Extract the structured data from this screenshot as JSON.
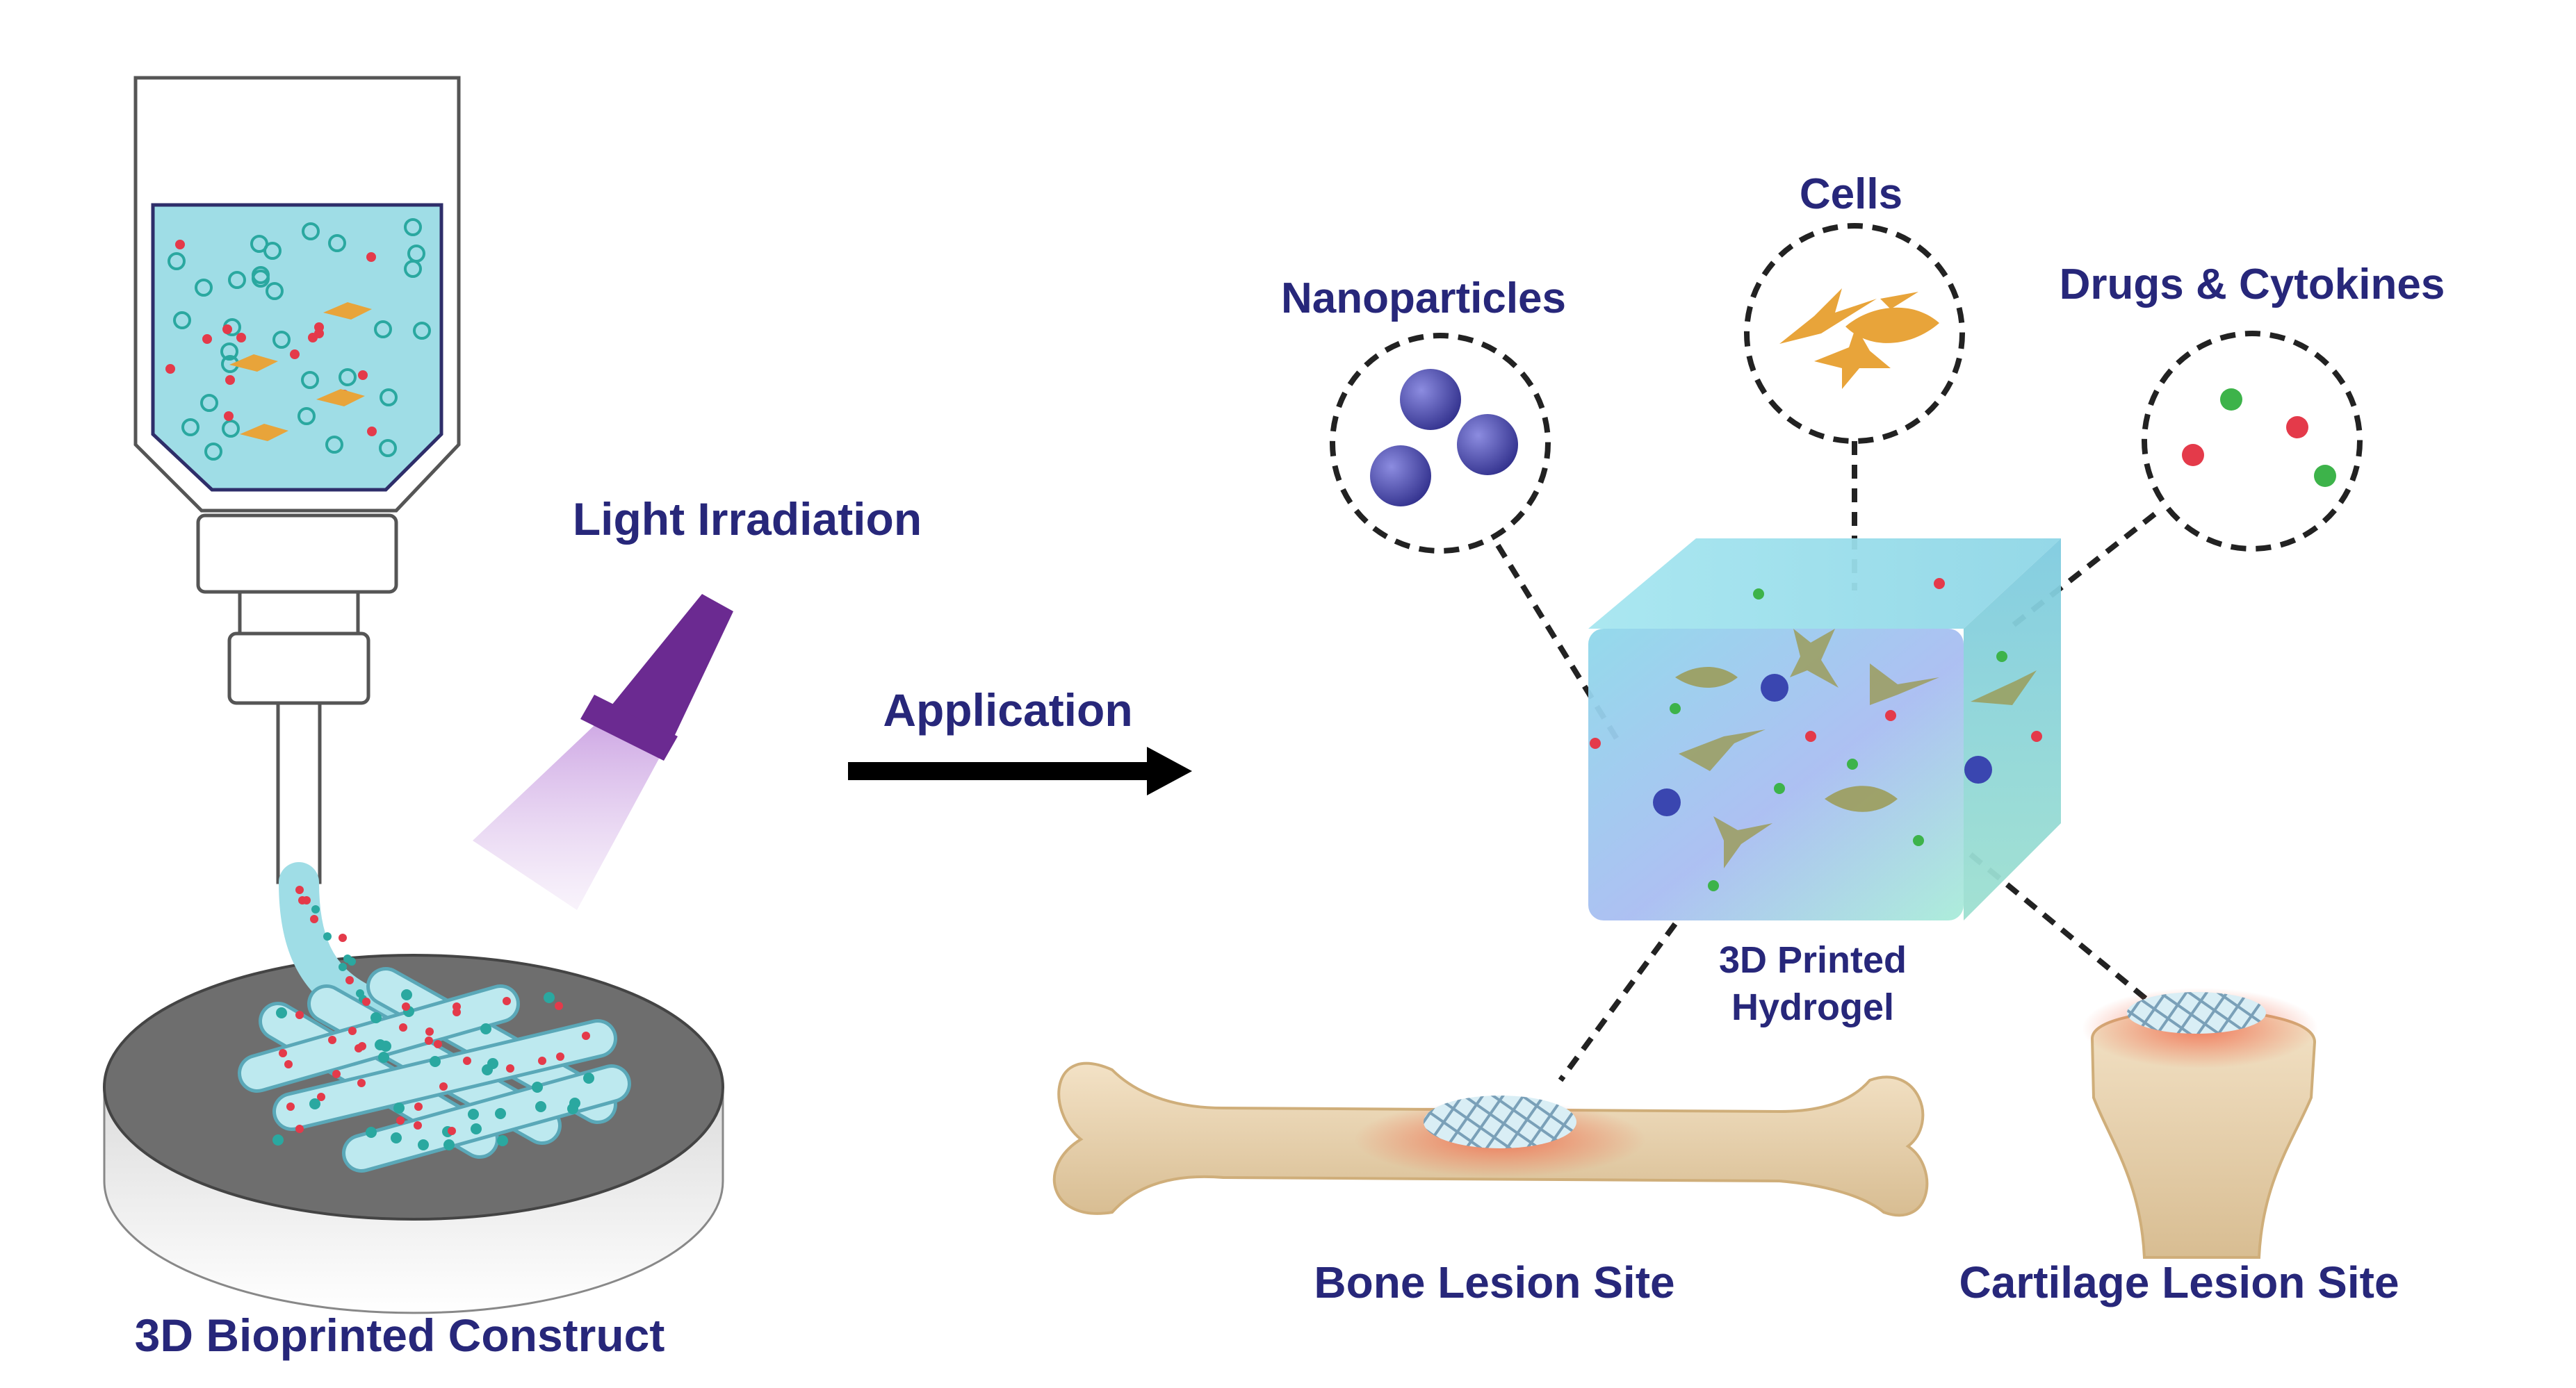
{
  "labels": {
    "light": "Light Irradiation",
    "application": "Application",
    "construct": "3D Bioprinted Construct",
    "nanoparticles": "Nanoparticles",
    "cells": "Cells",
    "drugs": "Drugs & Cytokines",
    "hydrogel_line1": "3D Printed",
    "hydrogel_line2": "Hydrogel",
    "bone": "Bone Lesion Site",
    "cartilage": "Cartilage Lesion Site"
  },
  "colors": {
    "label": "#27277a",
    "ink_blue": "#1f6fb0",
    "bioink": "#9fdde6",
    "teal_dot": "#2aa8a0",
    "red_dot": "#e43a4a",
    "green_dot": "#3db34a",
    "cell": "#e8a43a",
    "cell_muted": "#9b9a52",
    "nanoparticle": "#4b4aa8",
    "torch": "#6b2a91",
    "beam": "#b88bd3",
    "bone": "#ecd7b4",
    "lesion": "#f08a6a"
  }
}
